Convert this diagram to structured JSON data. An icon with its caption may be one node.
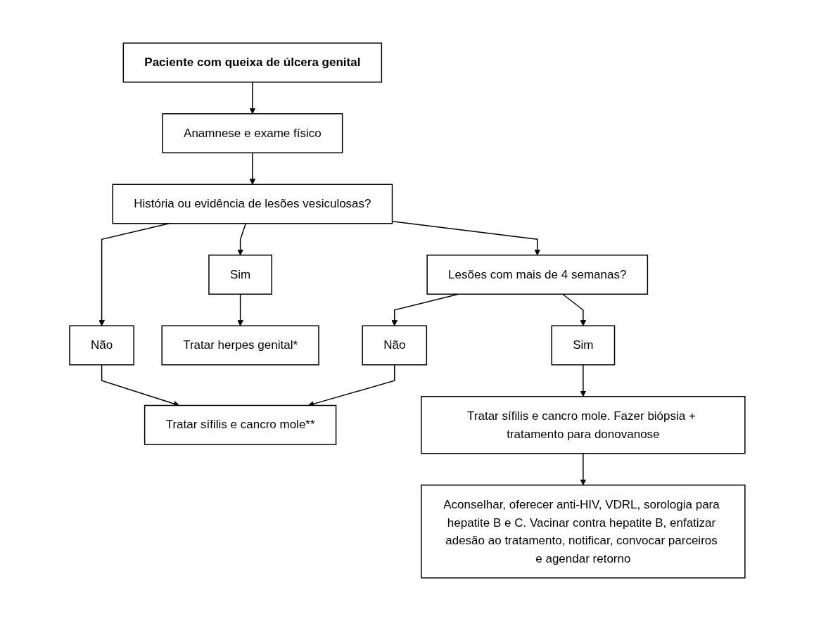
{
  "diagram": {
    "nodes": [
      {
        "text": [
          "Paciente com queixa de úlcera genital"
        ]
      },
      {
        "text": [
          "Anamnese e exame físico"
        ]
      },
      {
        "text": [
          "História ou evidência de lesões vesiculosas?"
        ]
      },
      {
        "text": [
          "Sim"
        ]
      },
      {
        "text": [
          "Não"
        ]
      },
      {
        "text": [
          "Lesões com mais de 4 semanas?"
        ]
      },
      {
        "text": [
          "Tratar herpes genital*"
        ]
      },
      {
        "text": [
          "Tratar sífilis e cancro mole**"
        ]
      },
      {
        "text": [
          "Não"
        ]
      },
      {
        "text": [
          "Sim"
        ]
      },
      {
        "text": [
          "Aconselhar, oferecer anti-HIV, VDRL, sorologia para hepatite B e C. Vacinar contra hepatite B, enfatizar adesão ao tratamento, notificar, convocar parceiros e agendar retorno"
        ]
      },
      {
        "text": [
          "Tratar sífilis e cancro mole. Fazer biópsia + tratamento para donovanose"
        ]
      }
    ],
    "edges": [
      {
        "from": 0,
        "to": 1,
        "arrow": "to"
      },
      {
        "from": 1,
        "to": 2,
        "arrow": "to"
      },
      {
        "from": 2,
        "to": 3,
        "arrow": "to"
      },
      {
        "from": 2,
        "to": 4,
        "arrow": "to"
      },
      {
        "from": 2,
        "to": 5,
        "arrow": "to"
      },
      {
        "from": 3,
        "to": 6,
        "arrow": "to"
      },
      {
        "from": 4,
        "to": 7,
        "arrow": "to"
      },
      {
        "from": 5,
        "to": 8,
        "arrow": "to"
      },
      {
        "from": 5,
        "to": 9,
        "arrow": "to"
      },
      {
        "from": 8,
        "to": 7,
        "arrow": "to"
      },
      {
        "from": 9,
        "to": 11,
        "arrow": "to"
      },
      {
        "from": 11,
        "to": 10,
        "arrow": "to"
      }
    ]
  }
}
